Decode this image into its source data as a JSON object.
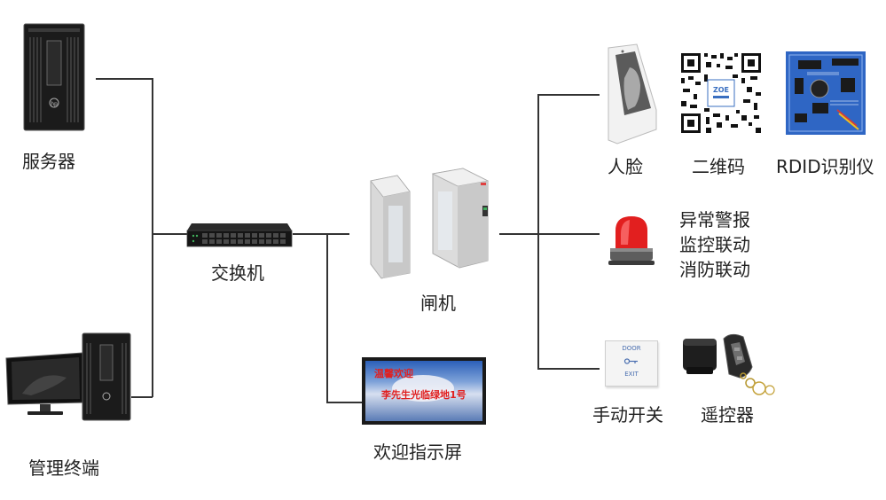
{
  "nodes": {
    "server": "服务器",
    "terminal": "管理终端",
    "switch": "交换机",
    "gate": "闸机",
    "welcome_screen": "欢迎指示屏",
    "face": "人脸",
    "qrcode": "二维码",
    "rfid": "RDID识别仪",
    "alarm_lines": [
      "异常警报",
      "监控联动",
      "消防联动"
    ],
    "manual_switch": "手动开关",
    "remote": "遥控器"
  },
  "screen_text": {
    "line1": "温馨欢迎",
    "line2": "李先生光临绿地1号"
  },
  "door_button": {
    "top": "DOOR",
    "bottom": "EXIT"
  }
}
